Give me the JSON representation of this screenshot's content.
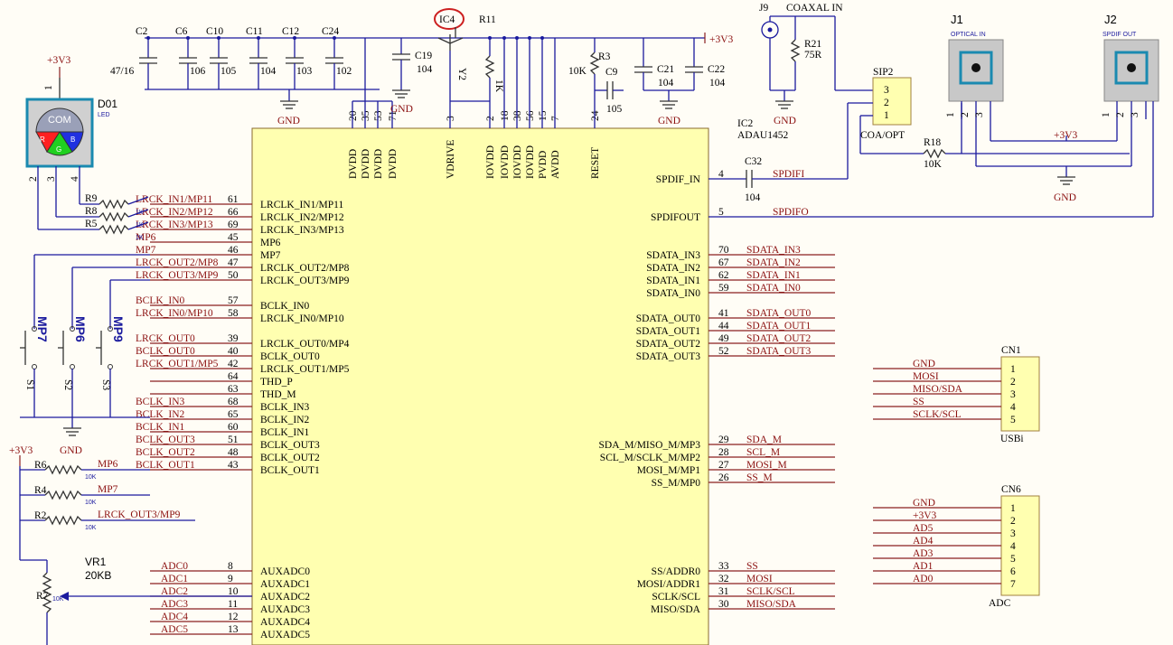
{
  "ic": {
    "ref": "IC2",
    "part": "ADAU1452",
    "top_pins": [
      {
        "num": "20",
        "name": "DVDD"
      },
      {
        "num": "35",
        "name": "DVDD"
      },
      {
        "num": "53",
        "name": "DVDD"
      },
      {
        "num": "71",
        "name": "DVDD"
      },
      {
        "num": "3",
        "name": "VDRIVE"
      },
      {
        "num": "2",
        "name": "IOVDD"
      },
      {
        "num": "18",
        "name": "IOVDD"
      },
      {
        "num": "38",
        "name": "IOVDD"
      },
      {
        "num": "56",
        "name": "IOVDD"
      },
      {
        "num": "15",
        "name": "PVDD"
      },
      {
        "num": "7",
        "name": "AVDD"
      },
      {
        "num": "24",
        "name": "RESET"
      }
    ],
    "left_pins": [
      {
        "num": "61",
        "name": "LRCLK_IN1/MP11",
        "net": "LRCK_IN1/MP11"
      },
      {
        "num": "66",
        "name": "LRCLK_IN2/MP12",
        "net": "LRCK_IN2/MP12"
      },
      {
        "num": "69",
        "name": "LRCLK_IN3/MP13",
        "net": "LRCK_IN3/MP13"
      },
      {
        "num": "45",
        "name": "MP6",
        "net": "MP6"
      },
      {
        "num": "46",
        "name": "MP7",
        "net": "MP7"
      },
      {
        "num": "47",
        "name": "LRCLK_OUT2/MP8",
        "net": "LRCK_OUT2/MP8"
      },
      {
        "num": "50",
        "name": "LRCLK_OUT3/MP9",
        "net": "LRCK_OUT3/MP9"
      },
      {
        "num": "57",
        "name": "BCLK_IN0",
        "net": "BCLK_IN0"
      },
      {
        "num": "58",
        "name": "LRCLK_IN0/MP10",
        "net": "LRCK_IN0/MP10"
      },
      {
        "num": "39",
        "name": "LRCLK_OUT0/MP4",
        "net": "LRCK_OUT0"
      },
      {
        "num": "40",
        "name": "BCLK_OUT0",
        "net": "BCLK_OUT0"
      },
      {
        "num": "42",
        "name": "LRCLK_OUT1/MP5",
        "net": "LRCK_OUT1/MP5"
      },
      {
        "num": "64",
        "name": "THD_P",
        "net": ""
      },
      {
        "num": "63",
        "name": "THD_M",
        "net": ""
      },
      {
        "num": "68",
        "name": "BCLK_IN3",
        "net": "BCLK_IN3"
      },
      {
        "num": "65",
        "name": "BCLK_IN2",
        "net": "BCLK_IN2"
      },
      {
        "num": "60",
        "name": "BCLK_IN1",
        "net": "BCLK_IN1"
      },
      {
        "num": "51",
        "name": "BCLK_OUT3",
        "net": "BCLK_OUT3"
      },
      {
        "num": "48",
        "name": "BCLK_OUT2",
        "net": "BCLK_OUT2"
      },
      {
        "num": "43",
        "name": "BCLK_OUT1",
        "net": "BCLK_OUT1"
      },
      {
        "num": "8",
        "name": "AUXADC0",
        "net": "ADC0"
      },
      {
        "num": "9",
        "name": "AUXADC1",
        "net": "ADC1"
      },
      {
        "num": "10",
        "name": "AUXADC2",
        "net": "ADC2"
      },
      {
        "num": "11",
        "name": "AUXADC3",
        "net": "ADC3"
      },
      {
        "num": "12",
        "name": "AUXADC4",
        "net": "ADC4"
      },
      {
        "num": "13",
        "name": "AUXADC5",
        "net": "ADC5"
      }
    ],
    "right_pins": [
      {
        "num": "4",
        "name": "SPDIF_IN",
        "net": "SPDIFI"
      },
      {
        "num": "5",
        "name": "SPDIFOUT",
        "net": "SPDIFO"
      },
      {
        "num": "70",
        "name": "SDATA_IN3",
        "net": "SDATA_IN3"
      },
      {
        "num": "67",
        "name": "SDATA_IN2",
        "net": "SDATA_IN2"
      },
      {
        "num": "62",
        "name": "SDATA_IN1",
        "net": "SDATA_IN1"
      },
      {
        "num": "59",
        "name": "SDATA_IN0",
        "net": "SDATA_IN0"
      },
      {
        "num": "41",
        "name": "SDATA_OUT0",
        "net": "SDATA_OUT0"
      },
      {
        "num": "44",
        "name": "SDATA_OUT1",
        "net": "SDATA_OUT1"
      },
      {
        "num": "49",
        "name": "SDATA_OUT2",
        "net": "SDATA_OUT2"
      },
      {
        "num": "52",
        "name": "SDATA_OUT3",
        "net": "SDATA_OUT3"
      },
      {
        "num": "29",
        "name": "SDA_M/MISO_M/MP3",
        "net": "SDA_M"
      },
      {
        "num": "28",
        "name": "SCL_M/SCLK_M/MP2",
        "net": "SCL_M"
      },
      {
        "num": "27",
        "name": "MOSI_M/MP1",
        "net": "MOSI_M"
      },
      {
        "num": "26",
        "name": "SS_M/MP0",
        "net": "SS_M"
      },
      {
        "num": "33",
        "name": "SS/ADDR0",
        "net": "SS"
      },
      {
        "num": "32",
        "name": "MOSI/ADDR1",
        "net": "MOSI"
      },
      {
        "num": "31",
        "name": "SCLK/SCL",
        "net": "SCLK/SCL"
      },
      {
        "num": "30",
        "name": "MISO/SDA",
        "net": "MISO/SDA"
      }
    ]
  },
  "caps": [
    {
      "ref": "C2",
      "value": "47/16"
    },
    {
      "ref": "C6",
      "value": "106"
    },
    {
      "ref": "C10",
      "value": "105"
    },
    {
      "ref": "C11",
      "value": "104"
    },
    {
      "ref": "C12",
      "value": "103"
    },
    {
      "ref": "C24",
      "value": "102"
    },
    {
      "ref": "C19",
      "value": "104"
    },
    {
      "ref": "C9",
      "value": "105"
    },
    {
      "ref": "C21",
      "value": "104"
    },
    {
      "ref": "C22",
      "value": "104"
    },
    {
      "ref": "C32",
      "value": "104"
    }
  ],
  "transistor": {
    "ref": "IC4",
    "type": "Y2"
  },
  "resistors": {
    "R11": "R11",
    "R11_val": "1K",
    "R3": "R3",
    "R3_val": "10K",
    "R21": "R21",
    "R21_val": "75R",
    "R18": "R18",
    "R18_val": "10K",
    "R9": "R9",
    "R8": "R8",
    "R5": "R5",
    "r_1k": "1K",
    "R6": "R6",
    "R4": "R4",
    "R2": "R2",
    "R7": "R7",
    "r_10k": "10K"
  },
  "power": {
    "v3": "+3V3",
    "gnd": "GND"
  },
  "led": {
    "ref": "D01",
    "type": "LED",
    "com": "COM",
    "r": "R",
    "g": "G",
    "b": "B",
    "p1": "1",
    "p2": "2",
    "p3": "3",
    "p4": "4"
  },
  "coax": {
    "ref": "J9",
    "name": "COAXAL IN"
  },
  "sip": {
    "ref": "SIP2",
    "name": "COA/OPT",
    "pins": [
      "3",
      "2",
      "1"
    ]
  },
  "j1": {
    "ref": "J1",
    "name": "OPTICAL IN",
    "pins": [
      "1",
      "2",
      "3"
    ]
  },
  "j2": {
    "ref": "J2",
    "name": "SPDIF OUT",
    "pins": [
      "1",
      "2",
      "3"
    ]
  },
  "switches": [
    {
      "ref": "S1",
      "net": "MP7"
    },
    {
      "ref": "S2",
      "net": "MP6"
    },
    {
      "ref": "S3",
      "net": "MP9"
    }
  ],
  "pot": {
    "ref": "VR1",
    "value": "20KB"
  },
  "cn1": {
    "ref": "CN1",
    "name": "USBi",
    "pins": [
      "1",
      "2",
      "3",
      "4",
      "5"
    ],
    "nets": [
      "GND",
      "MOSI",
      "MISO/SDA",
      "SS",
      "SCLK/SCL"
    ]
  },
  "cn6": {
    "ref": "CN6",
    "name": "ADC",
    "pins": [
      "1",
      "2",
      "3",
      "4",
      "5",
      "6",
      "7"
    ],
    "nets": [
      "GND",
      "+3V3",
      "AD5",
      "AD4",
      "AD3",
      "AD1",
      "AD0"
    ]
  },
  "extra_nets": {
    "mp6": "MP6",
    "mp7": "MP7",
    "lrck_out3": "LRCK_OUT3/MP9"
  }
}
